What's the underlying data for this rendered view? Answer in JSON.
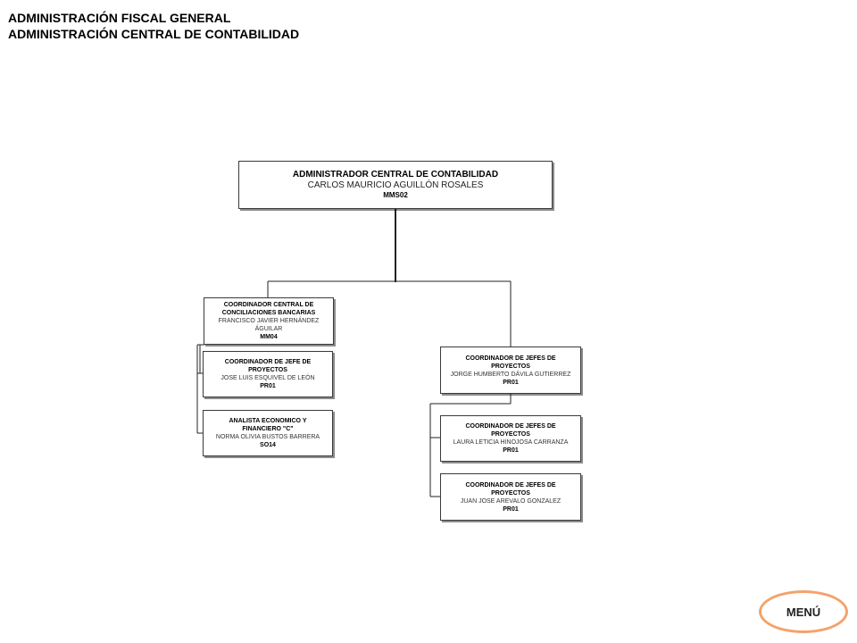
{
  "header": {
    "line1": "ADMINISTRACIÓN FISCAL GENERAL",
    "line2": "ADMINISTRACIÓN CENTRAL DE CONTABILIDAD"
  },
  "org": {
    "root": {
      "title": "ADMINISTRADOR CENTRAL DE CONTABILIDAD",
      "person": "CARLOS MAURICIO AGUILLÓN ROSALES",
      "code": "MMS02"
    },
    "left_head": {
      "title_line1": "COORDINADOR CENTRAL DE",
      "title_line2": "CONCILIACIONES BANCARIAS",
      "person_line1": "FRANCISCO JAVIER HERNÁNDEZ",
      "person_line2": "ÁGUILAR",
      "code": "MM04"
    },
    "left_child1": {
      "title_line1": "COORDINADOR DE JEFE DE",
      "title_line2": "PROYECTOS",
      "person": "JOSE LUIS ESQUIVEL DE LEÓN",
      "code": "PR01"
    },
    "left_child2": {
      "title_line1": "ANALISTA ECONOMICO Y",
      "title_line2": "FINANCIERO \"C\"",
      "person": "NORMA OLIVIA BUSTOS BARRERA",
      "code": "SO14"
    },
    "right_head": {
      "title_line1": "COORDINADOR DE JEFES DE",
      "title_line2": "PROYECTOS",
      "person": "JORGE HUMBERTO DÁVILA GUTIERREZ",
      "code": "PR01"
    },
    "right_child1": {
      "title_line1": "COORDINADOR DE JEFES DE",
      "title_line2": "PROYECTOS",
      "person": "LAURA LETICIA HINOJOSA CARRANZA",
      "code": "PR01"
    },
    "right_child2": {
      "title_line1": "COORDINADOR DE JEFES DE",
      "title_line2": "PROYECTOS",
      "person": "JUAN JOSE AREVALO GONZALEZ",
      "code": "PR01"
    }
  },
  "menu": {
    "label": "MENÚ",
    "border_color": "#f4a26b"
  }
}
